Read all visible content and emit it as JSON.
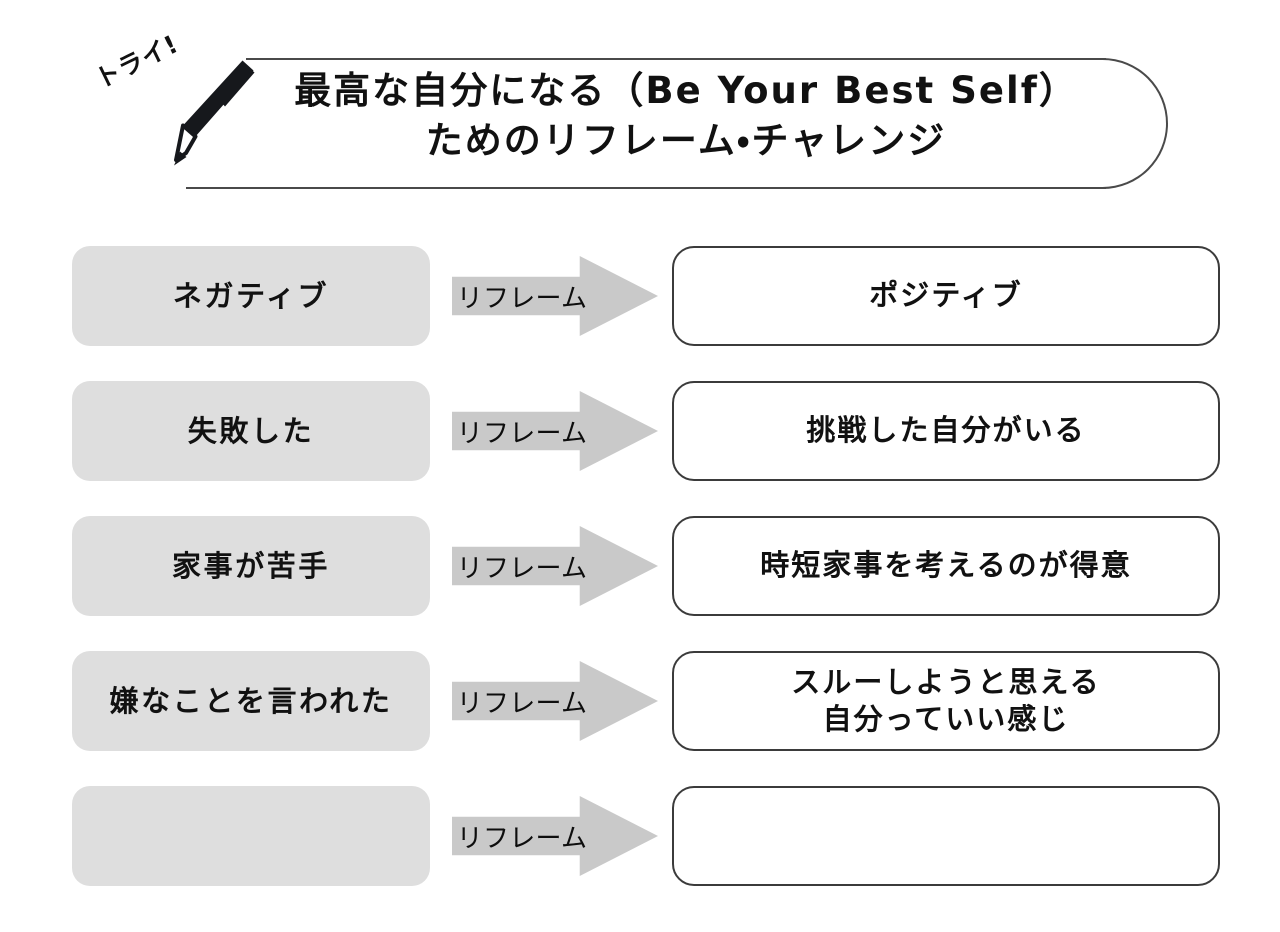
{
  "header": {
    "try_badge": "トライ!",
    "pen_icon": "pen-icon",
    "title_line1": "最高な自分になる（Be Your Best Self）",
    "title_line2": "ためのリフレーム・チャレンジ"
  },
  "colors": {
    "negative_box_fill": "#dedede",
    "arrow_fill": "#c9c9c9",
    "positive_box_border": "#3b3b3b",
    "banner_border": "#4a4a4a",
    "text": "#111111",
    "page_background": "#ffffff"
  },
  "arrow_label": "リフレーム",
  "rows": [
    {
      "negative": "ネガティブ",
      "arrow": "リフレーム",
      "positive_line1": "ポジティブ",
      "positive_line2": ""
    },
    {
      "negative": "失敗した",
      "arrow": "リフレーム",
      "positive_line1": "挑戦した自分がいる",
      "positive_line2": ""
    },
    {
      "negative": "家事が苦手",
      "arrow": "リフレーム",
      "positive_line1": "時短家事を考えるのが得意",
      "positive_line2": ""
    },
    {
      "negative": "嫌なことを言われた",
      "arrow": "リフレーム",
      "positive_line1": "スルーしようと思える",
      "positive_line2": "自分っていい感じ"
    },
    {
      "negative": "",
      "arrow": "リフレーム",
      "positive_line1": "",
      "positive_line2": ""
    }
  ]
}
